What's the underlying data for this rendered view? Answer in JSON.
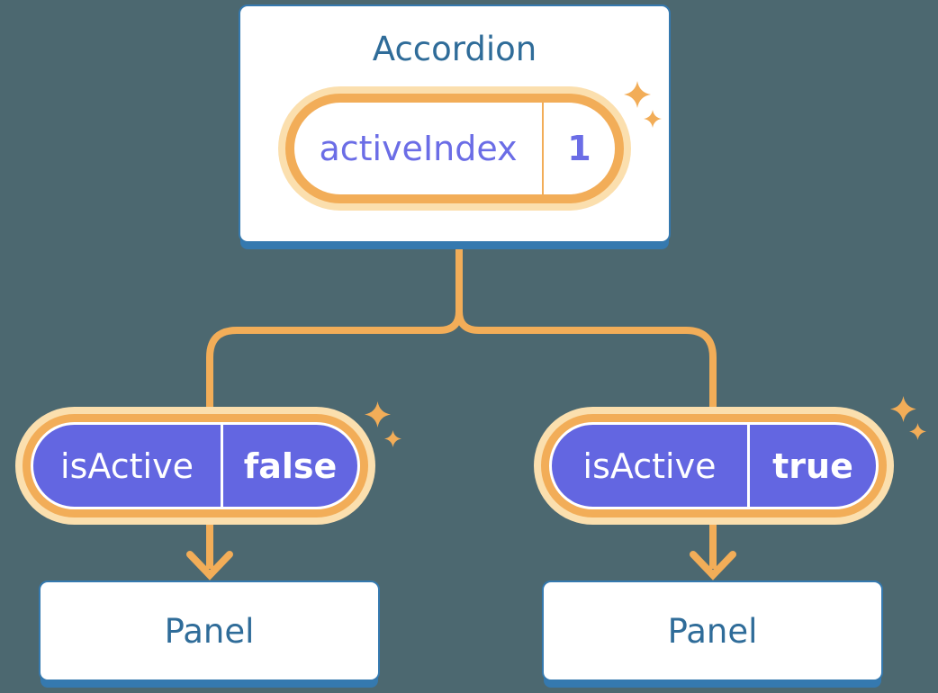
{
  "diagram": {
    "description": "React state diagram: Accordion component holding activeIndex state, passing isActive props down to two Panel children",
    "background_color": "#4c6870",
    "colors": {
      "accent_orange": "#f2ad58",
      "accent_cream": "#fbdfae",
      "accent_purple": "#6366e1",
      "accent_blue": "#3579af",
      "heading_text": "#2f6c99",
      "card_background": "#ffffff"
    },
    "root": {
      "title": "Accordion",
      "state": {
        "name": "activeIndex",
        "value": "1"
      }
    },
    "children": [
      {
        "prop": {
          "name": "isActive",
          "value": "false"
        },
        "panel_label": "Panel"
      },
      {
        "prop": {
          "name": "isActive",
          "value": "true"
        },
        "panel_label": "Panel"
      }
    ],
    "decorations": {
      "sparkle_icon": "four-point-star",
      "sparkle_groups": 3
    }
  }
}
